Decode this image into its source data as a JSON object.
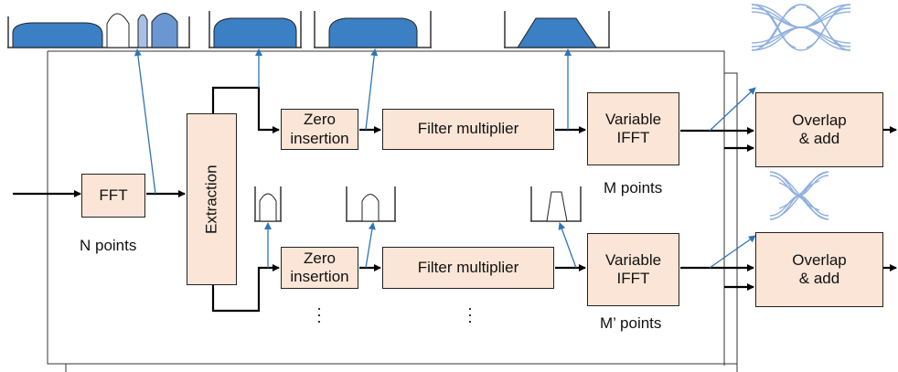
{
  "blocks": {
    "fft": "FFT",
    "extraction": "Extraction",
    "zero_insertion_top": "Zero\ninsertion",
    "zero_insertion_bottom": "Zero\ninsertion",
    "filter_multiplier_top": "Filter multiplier",
    "filter_multiplier_bottom": "Filter multiplier",
    "variable_ifft_top": "Variable\nIFFT",
    "variable_ifft_bottom": "Variable\nIFFT",
    "overlap_add_top": "Overlap\n& add",
    "overlap_add_bottom": "Overlap\n& add"
  },
  "labels": {
    "n_points": "N points",
    "m_points": "M points",
    "m_prime_points": "M’ points"
  },
  "colors": {
    "spectrum_fill": "#3b7fc4",
    "spectrum_light": "#a9c0e6",
    "eye_diagram": "#8fb0de",
    "arrow": "#000000",
    "link": "#2e75b6",
    "block_fill": "#fbe5d6"
  }
}
